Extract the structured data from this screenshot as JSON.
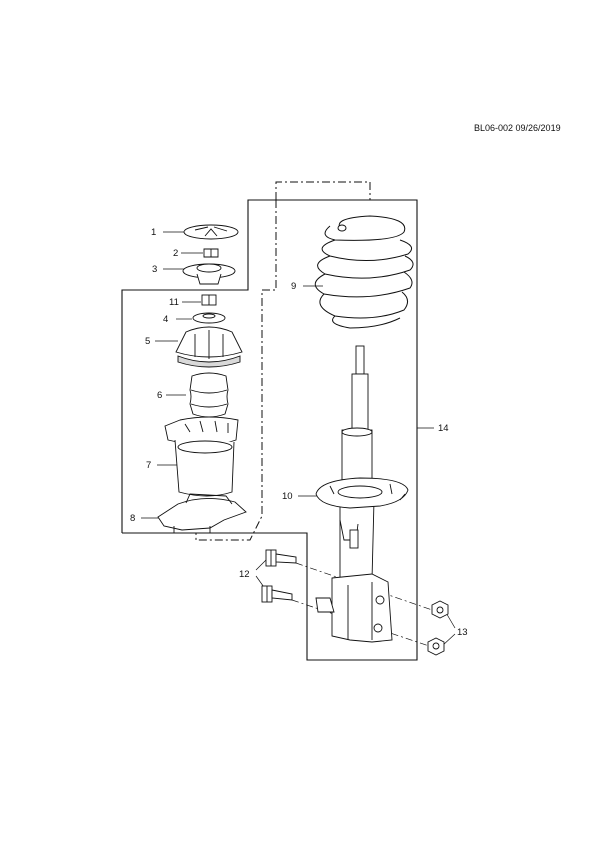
{
  "header": {
    "reference": "BL06-002 09/26/2019"
  },
  "callouts": {
    "c1": "1",
    "c2": "2",
    "c3": "3",
    "c4": "4",
    "c5": "5",
    "c6": "6",
    "c7": "7",
    "c8": "8",
    "c9": "9",
    "c10": "10",
    "c11": "11",
    "c12": "12",
    "c13": "13",
    "c14": "14"
  },
  "colors": {
    "line": "#111111",
    "part_fill": "#ffffff",
    "shade": "#d9d9d9"
  }
}
